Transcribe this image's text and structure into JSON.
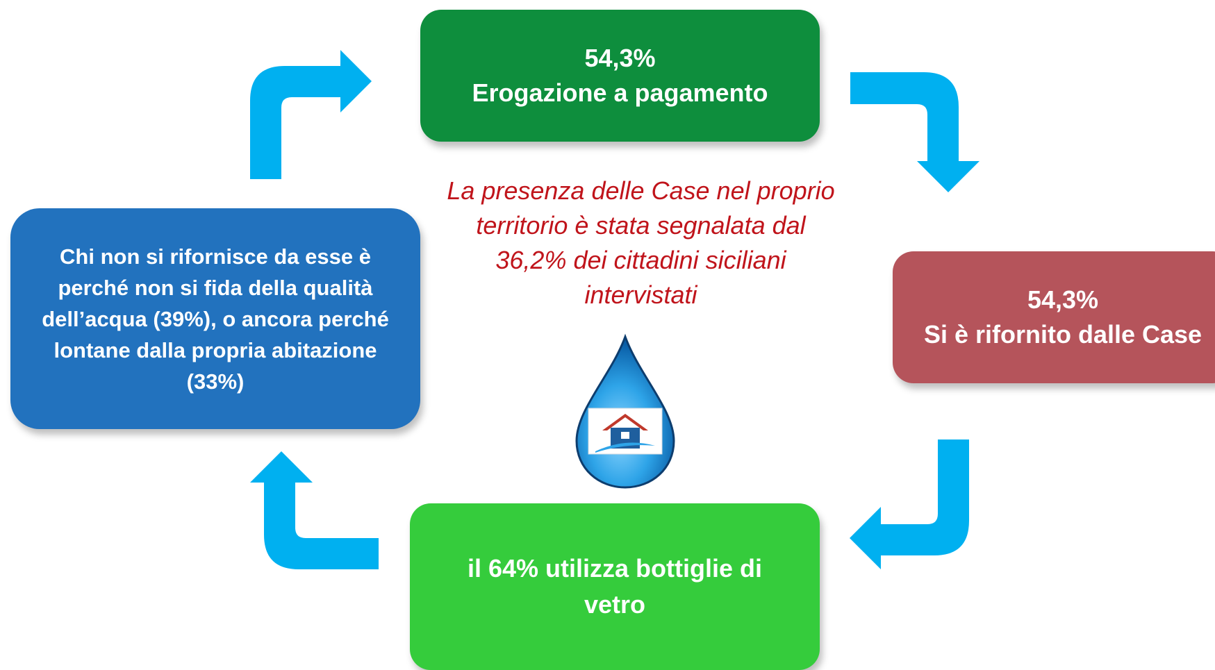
{
  "boxes": {
    "top": {
      "line1": "54,3%",
      "line2": "Erogazione a pagamento"
    },
    "right": {
      "line1": "54,3%",
      "line2": "Si è rifornito dalle Case"
    },
    "bottom": {
      "text": "il 64% utilizza bottiglie di vetro"
    },
    "left": {
      "text": "Chi non si rifornisce da esse è perché non si fida della qualità dell’acqua (39%), o ancora perché lontane dalla propria abitazione (33%)"
    }
  },
  "center_text": "La presenza delle Case nel proprio territorio è stata segnalata dal 36,2% dei cittadini siciliani intervistati",
  "icons": [
    "water-drop-house-icon",
    "curved-arrow-icon"
  ],
  "colors": {
    "top_box": "#0e8e3d",
    "right_box": "#b5545b",
    "bottom_box": "#35cc3c",
    "left_box": "#2272be",
    "arrows": "#00b0f0",
    "center_text": "#c0141b"
  }
}
